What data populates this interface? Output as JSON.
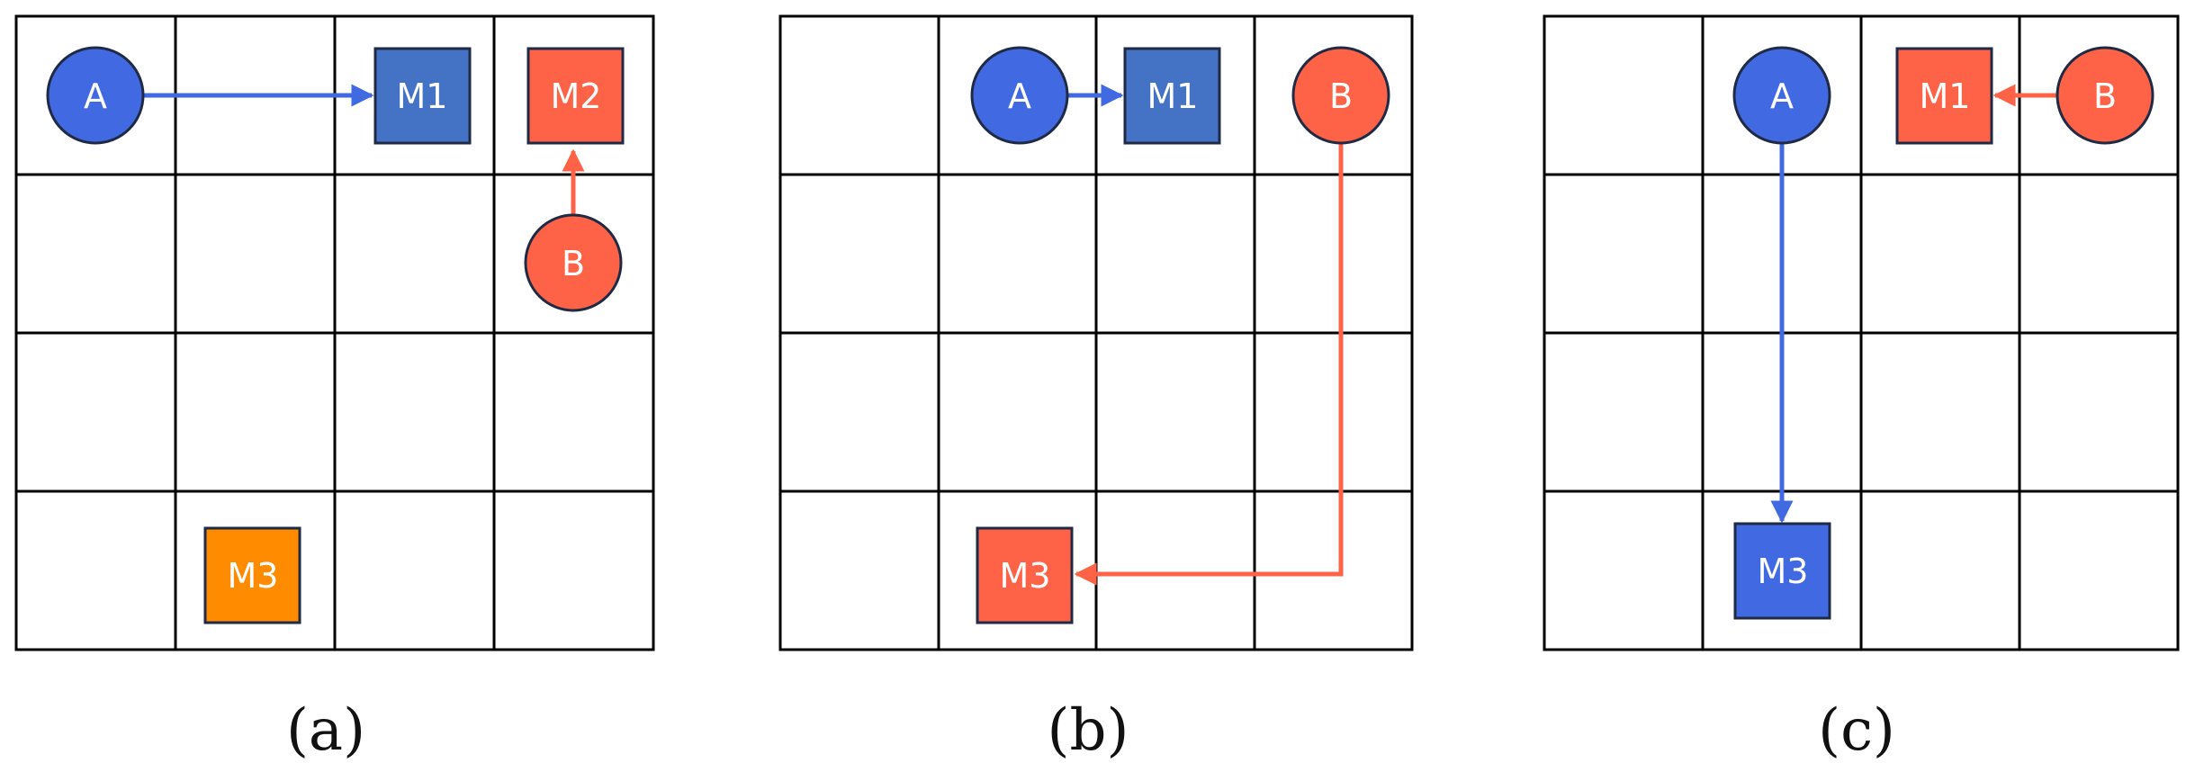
{
  "colors": {
    "blue_agent": "#4169E1",
    "red_agent": "#FF6347",
    "machine_blue": "#4472C4",
    "machine_red": "#FF6347",
    "machine_orange": "#FF8C00",
    "machine_royal": "#4169E1",
    "grid_line": "#000000",
    "shape_outline": "#1F2A44"
  },
  "panels": [
    {
      "caption": "(a)",
      "agents": [
        {
          "label": "A",
          "team": "blue"
        },
        {
          "label": "B",
          "team": "red"
        }
      ],
      "machines": [
        {
          "label": "M1",
          "color": "blue"
        },
        {
          "label": "M2",
          "color": "red"
        },
        {
          "label": "M3",
          "color": "orange"
        }
      ]
    },
    {
      "caption": "(b)",
      "agents": [
        {
          "label": "A",
          "team": "blue"
        },
        {
          "label": "B",
          "team": "red"
        }
      ],
      "machines": [
        {
          "label": "M1",
          "color": "blue"
        },
        {
          "label": "M3",
          "color": "red"
        }
      ]
    },
    {
      "caption": "(c)",
      "agents": [
        {
          "label": "A",
          "team": "blue"
        },
        {
          "label": "B",
          "team": "red"
        }
      ],
      "machines": [
        {
          "label": "M1",
          "color": "red"
        },
        {
          "label": "M3",
          "color": "royal"
        }
      ]
    }
  ]
}
